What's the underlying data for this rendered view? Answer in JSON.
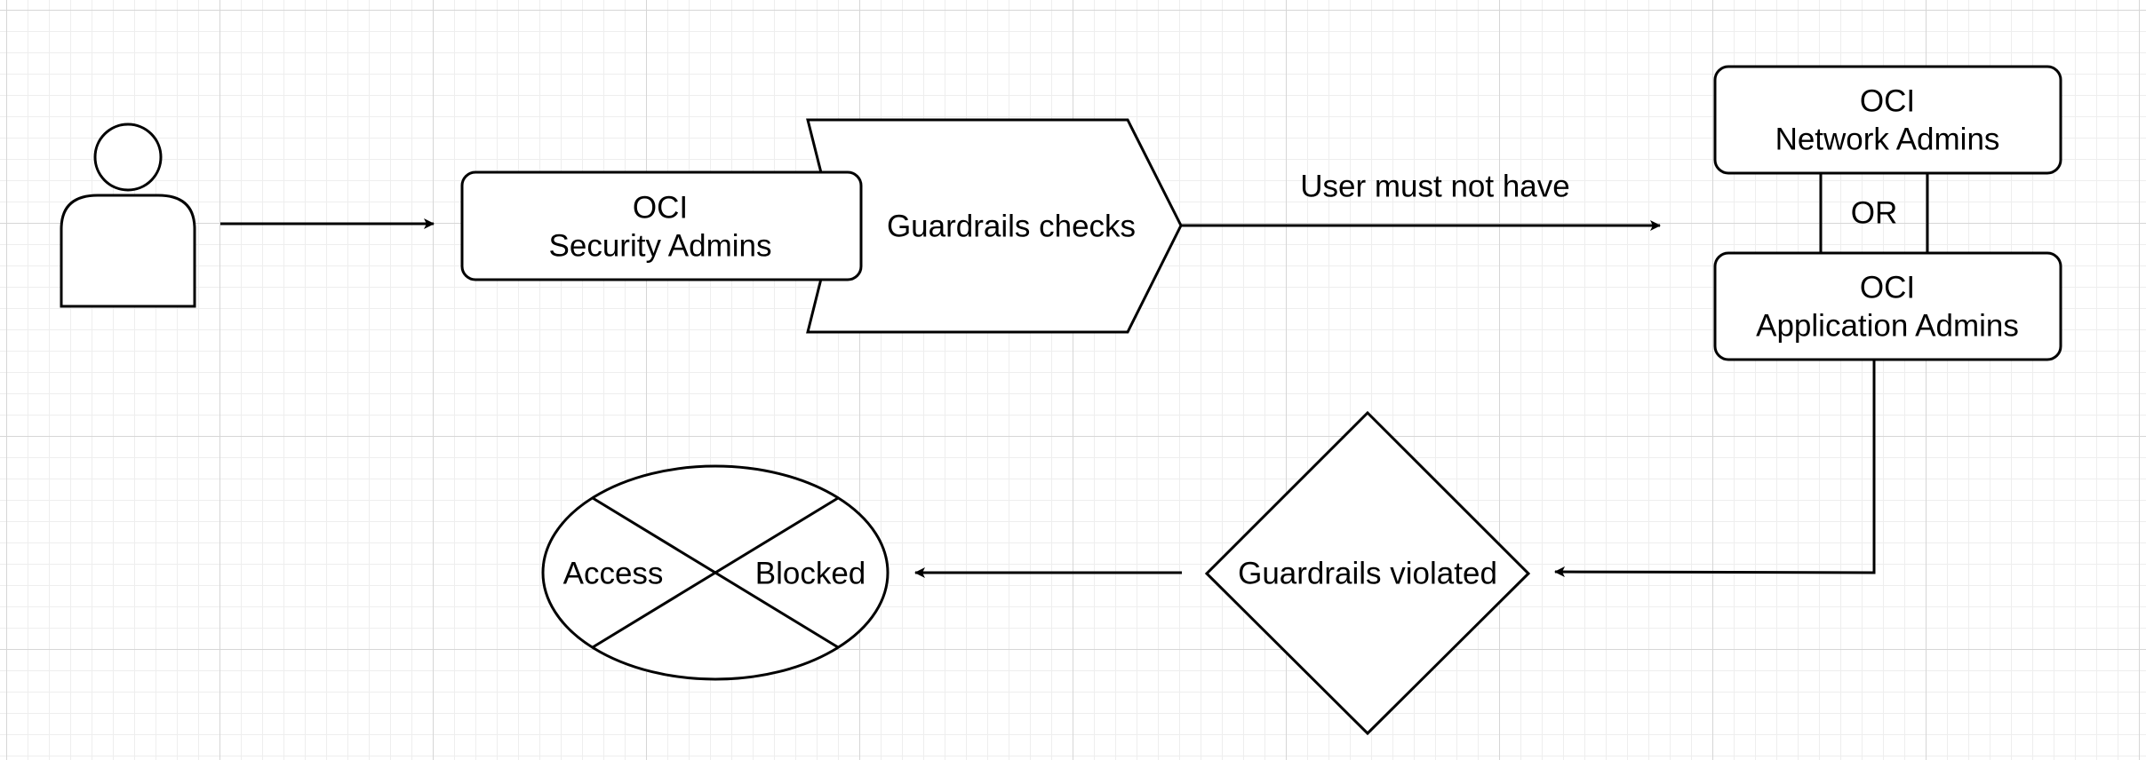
{
  "diagram": {
    "security_admins": {
      "line1": "OCI",
      "line2": "Security Admins"
    },
    "guardrails_checks": "Guardrails checks",
    "edge_label": "User must not have",
    "network_admins": {
      "line1": "OCI",
      "line2": "Network Admins"
    },
    "or_label": "OR",
    "application_admins": {
      "line1": "OCI",
      "line2": "Application Admins"
    },
    "guardrails_violated": "Guardrails violated",
    "access_blocked": {
      "left": "Access",
      "right": "Blocked"
    }
  },
  "colors": {
    "stroke": "#000000",
    "fill": "#ffffff",
    "grid_major": "#d6d6d6",
    "grid_minor": "#eeeeee"
  }
}
